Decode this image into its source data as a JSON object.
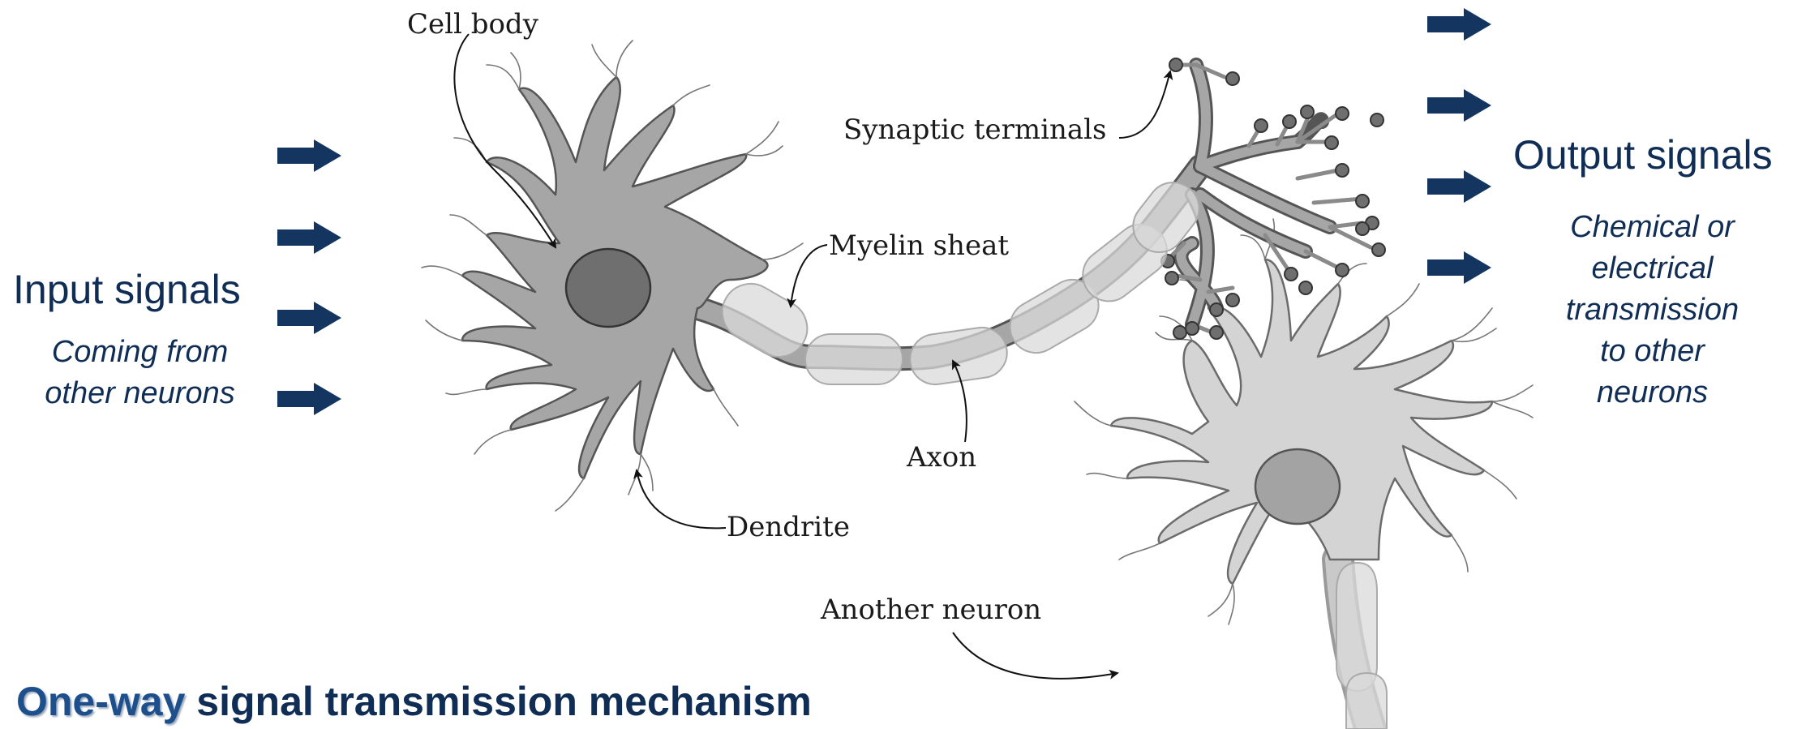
{
  "input": {
    "title": "Input signals",
    "subtitle": [
      "Coming from",
      "other neurons"
    ]
  },
  "output": {
    "title": "Output signals",
    "subtitle": [
      "Chemical or",
      "electrical",
      "transmission",
      "to other",
      "neurons"
    ]
  },
  "labels": {
    "cell_body": "Cell body",
    "synaptic_terminals": "Synaptic terminals",
    "myelin_sheath": "Myelin sheat",
    "axon": "Axon",
    "dendrite": "Dendrite",
    "another_neuron": "Another neuron"
  },
  "footer": {
    "emphasis": "One-way",
    "rest": " signal transmission mechanism"
  },
  "colors": {
    "navy": "#0f2d55",
    "arrow": "#14355f",
    "neuron_body": "#a6a6a6",
    "nucleus": "#6f6f6f",
    "second_neuron_body": "#d4d4d4",
    "second_nucleus": "#a3a3a3",
    "myelin": "#d9d9d9",
    "terminal_bulb": "#6f6f6f"
  }
}
